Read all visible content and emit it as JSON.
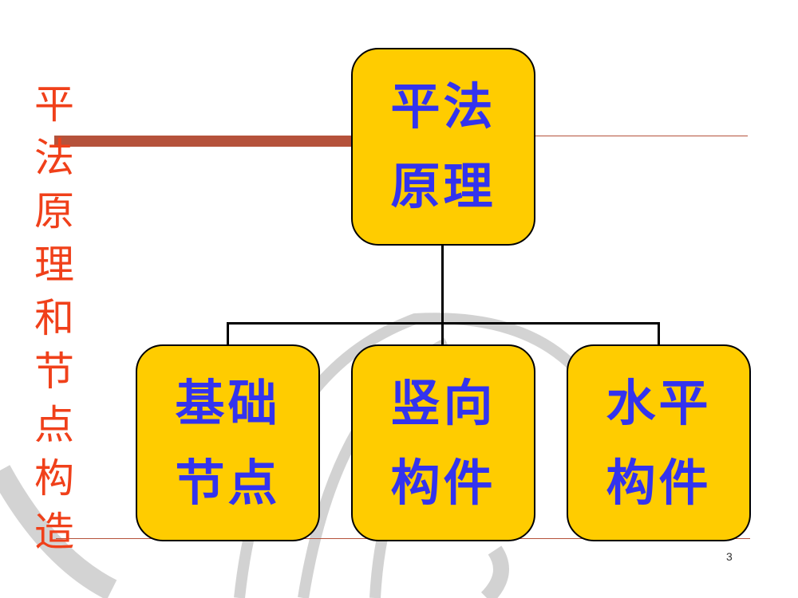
{
  "side_title": [
    "平",
    "法",
    "原",
    "理",
    "和",
    "节",
    "点",
    "构",
    "造"
  ],
  "root": {
    "line1": "平法",
    "line2": "原理"
  },
  "children": [
    {
      "line1": "基础",
      "line2": "节点"
    },
    {
      "line1": "竖向",
      "line2": "构件"
    },
    {
      "line1": "水平",
      "line2": "构件"
    }
  ],
  "page_number": "3",
  "colors": {
    "box_fill": "#ffcc00",
    "box_text": "#3333ee",
    "title_text": "#f0401a",
    "rule": "#b5523b"
  }
}
